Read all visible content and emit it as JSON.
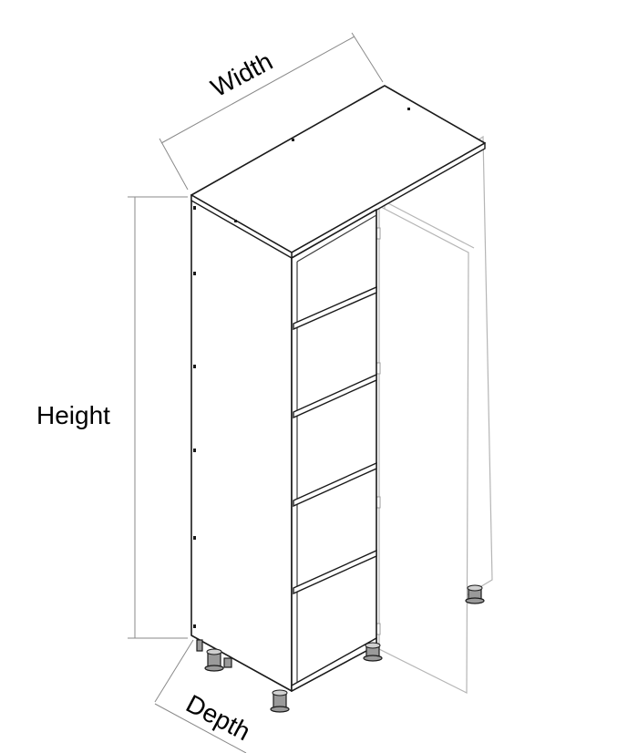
{
  "labels": {
    "width": "Width",
    "height": "Height",
    "depth": "Depth"
  },
  "colors": {
    "outline": "#1a1a1a",
    "dimension_line": "#8a8a8a",
    "door_outline": "#b5b5b5",
    "leg_fill": "#9a9a9a"
  },
  "cabinet": {
    "shelf_count": 4,
    "door_state": "open",
    "leg_count": 6
  }
}
